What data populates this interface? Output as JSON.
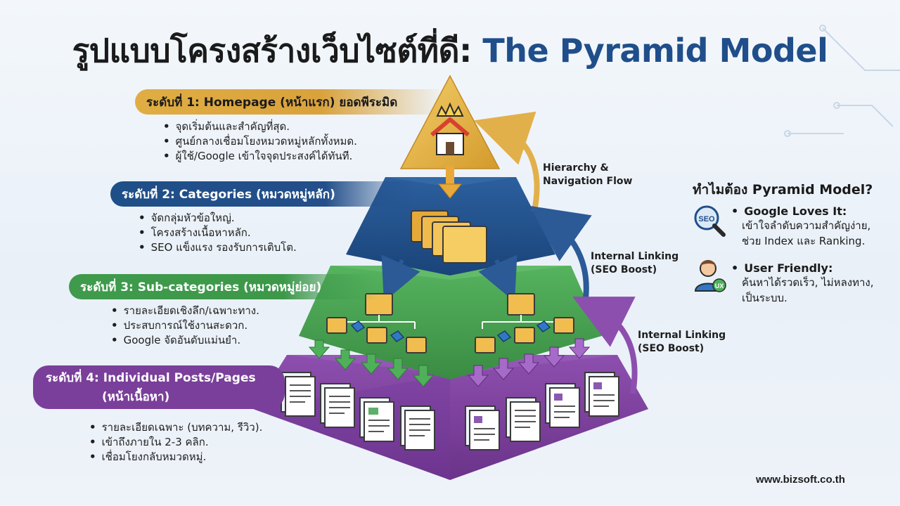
{
  "title": {
    "thai": "รูปแบบโครงสร้างเว็บไซต์ที่ดี:",
    "english": "The Pyramid Model"
  },
  "levels": [
    {
      "label": "ระดับที่ 1: Homepage (หน้าแรก) ยอดพีระมิด",
      "bullets": [
        "จุดเริ่มต้นและสำคัญที่สุด.",
        "ศูนย์กลางเชื่อมโยงหมวดหมู่หลักทั้งหมด.",
        "ผู้ใช้/Google เข้าใจจุดประสงค์ได้ทันที."
      ]
    },
    {
      "label": "ระดับที่ 2: Categories (หมวดหมู่หลัก)",
      "bullets": [
        "จัดกลุ่มหัวข้อใหญ่.",
        "โครงสร้างเนื้อหาหลัก.",
        "SEO แข็งแรง รองรับการเติบโต."
      ]
    },
    {
      "label": "ระดับที่ 3: Sub-categories (หมวดหมู่ย่อย)",
      "bullets": [
        "รายละเอียดเชิงลึก/เฉพาะทาง.",
        "ประสบการณ์ใช้งานสะดวก.",
        "Google จัดอันดับแม่นยำ."
      ]
    },
    {
      "label_line1": "ระดับที่ 4: Individual Posts/Pages",
      "label_line2": "(หน้าเนื้อหา)",
      "bullets": [
        "รายละเอียดเฉพาะ (บทความ, รีวิว).",
        "เข้าถึงภายใน 2-3 คลิก.",
        "เชื่อมโยงกลับหมวดหมู่."
      ]
    }
  ],
  "flows": {
    "hierarchy_line1": "Hierarchy &",
    "hierarchy_line2": "Navigation Flow",
    "internal1_line1": "Internal Linking",
    "internal1_line2": "(SEO Boost)",
    "internal2_line1": "Internal Linking",
    "internal2_line2": "(SEO Boost)"
  },
  "why": {
    "title": "ทำไมต้อง Pyramid Model?",
    "items": [
      {
        "heading": "Google Loves It:",
        "line1": "เข้าใจลำดับความสำคัญง่าย,",
        "line2": "ช่วย Index และ Ranking.",
        "icon": "seo-magnifier-icon",
        "icon_text": "SEO"
      },
      {
        "heading": "User Friendly:",
        "line1": "ค้นหาได้รวดเร็ว, ไม่หลงทาง,",
        "line2": "เป็นระบบ.",
        "icon": "user-ux-icon",
        "icon_text": "UX"
      }
    ]
  },
  "footer": "www.bizsoft.co.th",
  "colors": {
    "gold": "#d9a23c",
    "blue": "#1f4f88",
    "green": "#3f9a4c",
    "purple": "#7a3f9a"
  }
}
